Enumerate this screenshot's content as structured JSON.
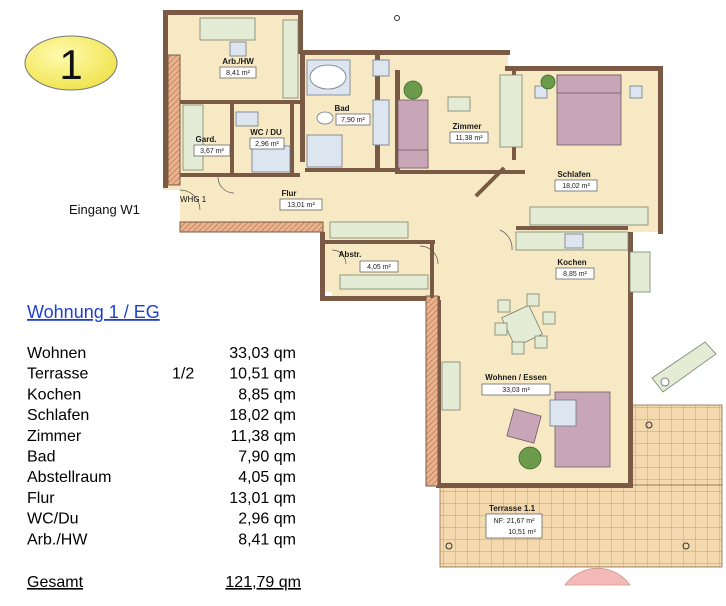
{
  "badge": {
    "number": "1"
  },
  "entrance": {
    "label": "Eingang W1",
    "door_tag": "WHG 1"
  },
  "rooms": {
    "arb_hw": {
      "name": "Arb./HW",
      "area": "8,41 m²"
    },
    "gard": {
      "name": "Gard.",
      "area": "3,67 m²"
    },
    "wc_du": {
      "name": "WC / DU",
      "area": "2,96 m²"
    },
    "bad": {
      "name": "Bad",
      "area": "7,90 m²"
    },
    "zimmer": {
      "name": "Zimmer",
      "area": "11,38 m²"
    },
    "schlafen": {
      "name": "Schlafen",
      "area": "18,02 m²"
    },
    "flur": {
      "name": "Flur",
      "area": "13,01 m²"
    },
    "abstr": {
      "name": "Abstr.",
      "area": "4,05 m²"
    },
    "kochen": {
      "name": "Kochen",
      "area": "8,85 m²"
    },
    "wohnen": {
      "name": "Wohnen / Essen",
      "area": "33,03 m²"
    },
    "terrasse": {
      "name": "Terrasse 1.1",
      "nf": "NF: 21,67 m²",
      "area": "10,51 m²"
    }
  },
  "summary": {
    "title": "Wohnung 1 / EG",
    "rows": [
      {
        "label": "Wohnen",
        "note": "",
        "value": "33,03 qm"
      },
      {
        "label": "Terrasse",
        "note": "1/2",
        "value": "10,51 qm"
      },
      {
        "label": "Kochen",
        "note": "",
        "value": "8,85 qm"
      },
      {
        "label": "Schlafen",
        "note": "",
        "value": "18,02 qm"
      },
      {
        "label": "Zimmer",
        "note": "",
        "value": "11,38 qm"
      },
      {
        "label": "Bad",
        "note": "",
        "value": "7,90 qm"
      },
      {
        "label": "Abstellraum",
        "note": "",
        "value": "4,05 qm"
      },
      {
        "label": "Flur",
        "note": "",
        "value": "13,01 qm"
      },
      {
        "label": "WC/Du",
        "note": "",
        "value": "2,96 qm"
      },
      {
        "label": "Arb./HW",
        "note": "",
        "value": "8,41 qm"
      }
    ],
    "total_label": "Gesamt",
    "total_value": "121,79 qm"
  },
  "colors": {
    "badge_fill": "#f7f06a",
    "floor": "#f6e9c3",
    "wall": "#7a5a45",
    "title_link": "#1f3fd1"
  }
}
